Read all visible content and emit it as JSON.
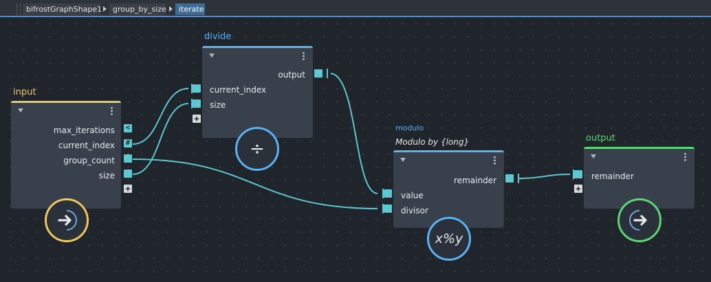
{
  "breadcrumb": {
    "items": [
      "bifrostGraphShape1",
      "group_by_size",
      "iterate"
    ],
    "active_index": 2
  },
  "colors": {
    "accent": "#4a8fd0",
    "port": "#5cc8d2",
    "input_node": "#f0c85a",
    "output_node": "#5ad878",
    "operator_node": "#58b4f4"
  },
  "nodes": {
    "input": {
      "title": "input",
      "outputs": [
        "max_iterations",
        "current_index",
        "group_count",
        "size"
      ],
      "port_badges": {
        "max_iterations": "<",
        "current_index": "#"
      },
      "icon": "arrow-right-icon"
    },
    "divide": {
      "title": "divide",
      "outputs": [
        "output"
      ],
      "inputs": [
        "current_index",
        "size"
      ],
      "icon_glyph": "÷"
    },
    "modulo": {
      "category": "modulo",
      "title": "Modulo by {long}",
      "outputs": [
        "remainder"
      ],
      "inputs": [
        "value",
        "divisor"
      ],
      "icon_glyph": "x%y"
    },
    "output": {
      "title": "output",
      "inputs": [
        "remainder"
      ],
      "icon": "arrow-right-icon"
    }
  },
  "add_port_glyph": "+"
}
